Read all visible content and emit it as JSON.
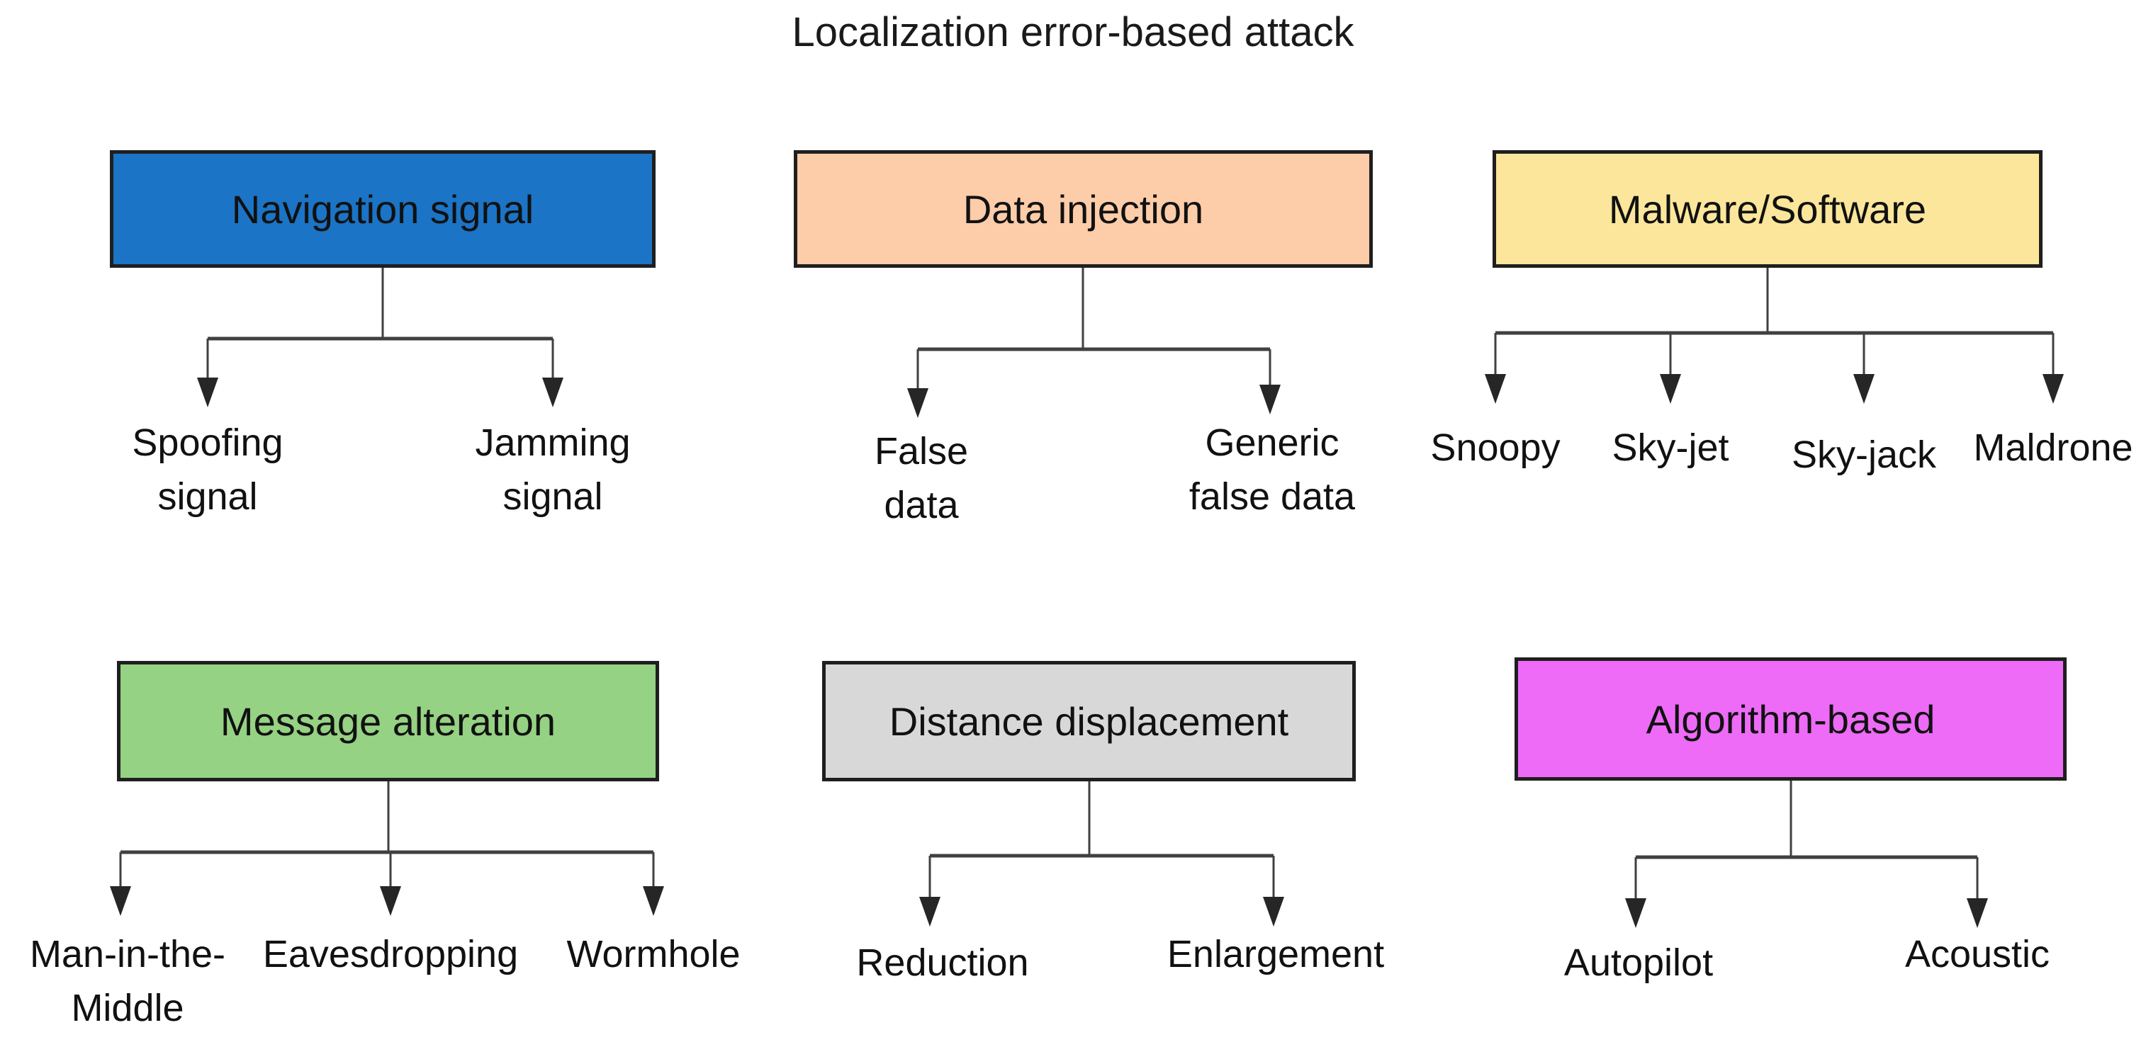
{
  "title": "Localization error-based attack",
  "palette": {
    "box_border": "#1f1f1f",
    "connector": "#404040",
    "arrow": "#262626"
  },
  "groups": [
    {
      "label": "Navigation signal",
      "color": "#1b74c5",
      "children": [
        {
          "lines": [
            "Spoofing",
            "signal"
          ]
        },
        {
          "lines": [
            "Jamming",
            "signal"
          ]
        }
      ]
    },
    {
      "label": "Data injection",
      "color": "#fdcca9",
      "children": [
        {
          "lines": [
            "False",
            "data"
          ]
        },
        {
          "lines": [
            "Generic",
            "false data"
          ]
        }
      ]
    },
    {
      "label": "Malware/Software",
      "color": "#fbe69b",
      "children": [
        {
          "lines": [
            "Snoopy"
          ]
        },
        {
          "lines": [
            "Sky-jet"
          ]
        },
        {
          "lines": [
            "Sky-jack"
          ]
        },
        {
          "lines": [
            "Maldrone"
          ]
        }
      ]
    },
    {
      "label": "Message alteration",
      "color": "#95d283",
      "children": [
        {
          "lines": [
            "Man-in-the-",
            "Middle"
          ]
        },
        {
          "lines": [
            "Eavesdropping"
          ]
        },
        {
          "lines": [
            "Wormhole"
          ]
        }
      ]
    },
    {
      "label": "Distance displacement",
      "color": "#d9d8d8",
      "children": [
        {
          "lines": [
            "Reduction"
          ]
        },
        {
          "lines": [
            "Enlargement"
          ]
        }
      ]
    },
    {
      "label": "Algorithm-based",
      "color": "#ed6bf7",
      "children": [
        {
          "lines": [
            "Autopilot"
          ]
        },
        {
          "lines": [
            "Acoustic"
          ]
        }
      ]
    }
  ]
}
